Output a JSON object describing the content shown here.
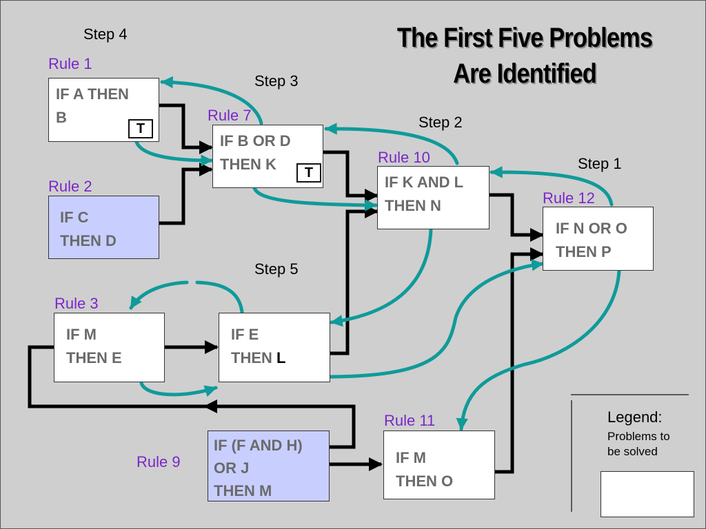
{
  "title": {
    "line1": "The First Five Problems",
    "line2": "Are Identified"
  },
  "steps": {
    "step1": "Step 1",
    "step2": "Step 2",
    "step3": "Step 3",
    "step4": "Step 4",
    "step5": "Step 5"
  },
  "rules": {
    "rule1": {
      "label": "Rule 1",
      "line1": "IF A THEN",
      "line2": "B",
      "marker": "T"
    },
    "rule2": {
      "label": "Rule 2",
      "line1": "IF C",
      "line2": "THEN D"
    },
    "rule3": {
      "label": "Rule 3",
      "line1": "IF M",
      "line2": "THEN E"
    },
    "rule_e": {
      "line1": "IF E",
      "line2_prefix": "THEN ",
      "line2_var": "L"
    },
    "rule7": {
      "label": "Rule 7",
      "line1": "IF B OR D",
      "line2": "THEN K",
      "marker": "T"
    },
    "rule9": {
      "label": "Rule 9",
      "line1": "IF (F AND H)",
      "line2": "OR J",
      "line3": "THEN M"
    },
    "rule10": {
      "label": "Rule 10",
      "line1": "IF K AND L",
      "line2": "THEN N"
    },
    "rule11": {
      "label": "Rule 11",
      "line1": "IF M",
      "line2": "THEN O"
    },
    "rule12": {
      "label": "Rule 12",
      "line1": "IF N OR O",
      "line2": "THEN P"
    }
  },
  "legend": {
    "title": "Legend:",
    "line1": "Problems to",
    "line2": "be solved"
  },
  "colors": {
    "background": "#cfcfcf",
    "problem_box": "#c8cfff",
    "rule_label": "#7b26c9",
    "arrow_teal": "#109a9a",
    "arrow_black": "#000000"
  }
}
